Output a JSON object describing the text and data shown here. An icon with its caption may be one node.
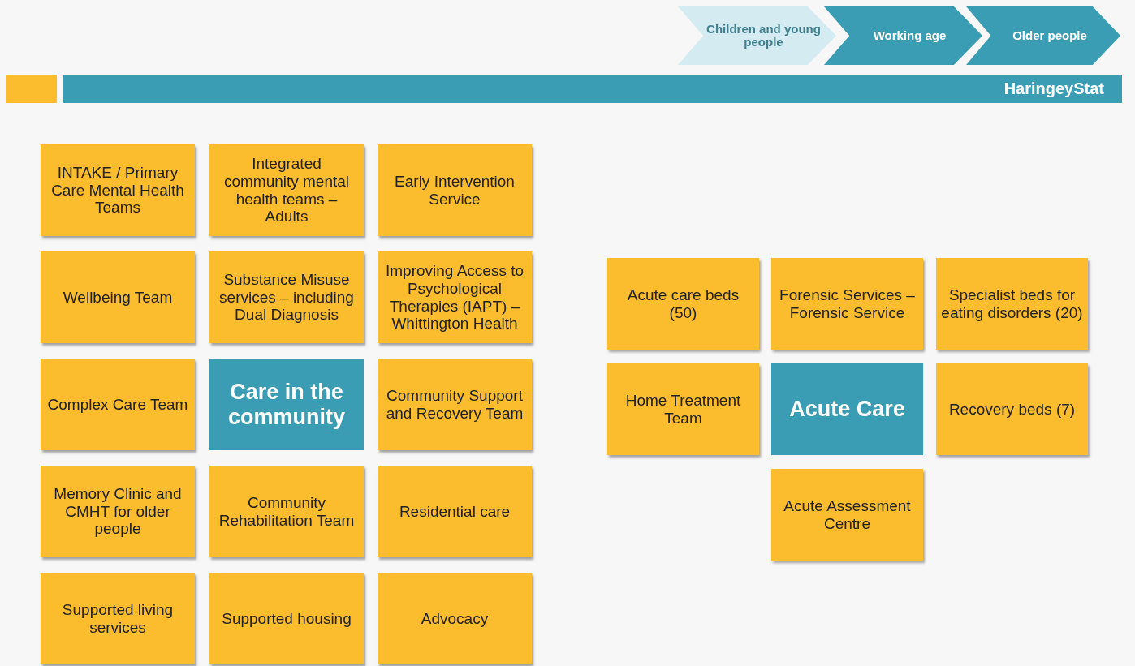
{
  "diagram": {
    "nodes": [
      {
        "text": [
          "Children and young people"
        ]
      },
      {
        "text": [
          "Working age"
        ]
      },
      {
        "text": [
          "Older people"
        ]
      },
      {
        "text": [
          "HaringeyStat"
        ]
      },
      {
        "text": [
          "INTAKE / Primary Care Mental Health Teams"
        ]
      },
      {
        "text": [
          "Integrated community mental health teams – Adults"
        ]
      },
      {
        "text": [
          "Early Intervention Service"
        ]
      },
      {
        "text": [
          "Wellbeing Team"
        ]
      },
      {
        "text": [
          "Substance Misuse services – including Dual Diagnosis"
        ]
      },
      {
        "text": [
          "Improving Access to Psychological Therapies (IAPT) – Whittington Health"
        ]
      },
      {
        "text": [
          "Complex Care Team"
        ]
      },
      {
        "text": [
          "Care in the community"
        ]
      },
      {
        "text": [
          "Community Support and Recovery Team"
        ]
      },
      {
        "text": [
          "Memory Clinic and CMHT for older people"
        ]
      },
      {
        "text": [
          "Community Rehabilitation Team"
        ]
      },
      {
        "text": [
          "Residential care"
        ]
      },
      {
        "text": [
          "Supported living services"
        ]
      },
      {
        "text": [
          "Supported housing"
        ]
      },
      {
        "text": [
          "Advocacy"
        ]
      },
      {
        "text": [
          "Acute care beds (50)"
        ]
      },
      {
        "text": [
          "Forensic Services – Forensic Service"
        ]
      },
      {
        "text": [
          "Specialist beds for eating disorders (20)"
        ]
      },
      {
        "text": [
          "Home Treatment Team"
        ]
      },
      {
        "text": [
          "Acute Care"
        ]
      },
      {
        "text": [
          "Recovery beds (7)"
        ]
      },
      {
        "text": [
          "Acute Assessment Centre"
        ]
      }
    ]
  }
}
